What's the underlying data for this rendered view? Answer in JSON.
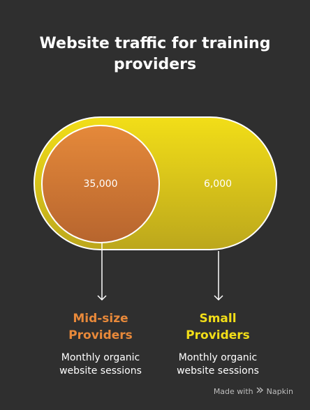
{
  "title": "Website traffic for training providers",
  "segments": [
    {
      "value": "35,000",
      "name": "Mid-size Providers",
      "name_lines": [
        "Mid-size",
        "Providers"
      ],
      "description_lines": [
        "Monthly organic",
        "website sessions"
      ],
      "color": "#e8893a"
    },
    {
      "value": "6,000",
      "name": "Small Providers",
      "name_lines": [
        "Small",
        "Providers"
      ],
      "description_lines": [
        "Monthly organic",
        "website sessions"
      ],
      "color": "#f2de18"
    }
  ],
  "watermark": {
    "prefix": "Made with",
    "brand": "Napkin",
    "icon": "napkin-logo-icon"
  }
}
